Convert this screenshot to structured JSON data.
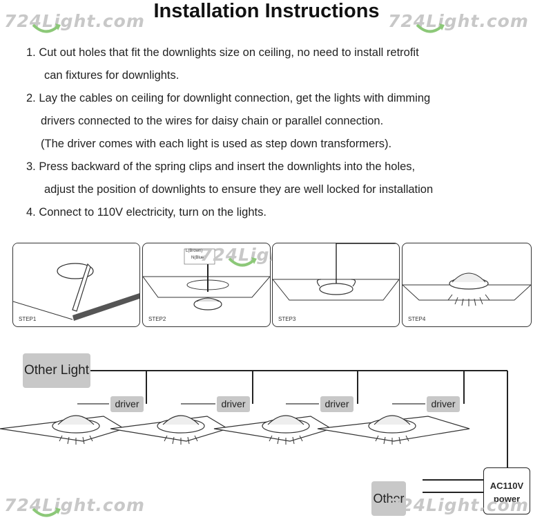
{
  "title": "Installation Instructions",
  "watermark": "724Light.com",
  "steps": [
    "1. Cut out holes that fit the downlights size on ceiling, no need to install retrofit",
    "can fixtures for downlights.",
    "2. Lay the cables on ceiling for downlight connection, get the lights with dimming",
    "drivers connected to the wires for daisy chain or parallel connection.",
    "(The driver comes with each light is used as step down transformers).",
    "3. Press backward of the spring clips and insert the downlights into the holes,",
    "adjust the position of downlights to ensure they are well locked for installation",
    "4. Connect to 110V electricity, turn on the lights."
  ],
  "panels": [
    {
      "label": "STEP1"
    },
    {
      "label": "STEP2",
      "wire_l": "L(Brown)",
      "wire_n": "N(Blue)"
    },
    {
      "label": "STEP3"
    },
    {
      "label": "STEP4"
    }
  ],
  "wiring": {
    "other_light": "Other Light",
    "driver": "driver",
    "other": "Other",
    "ac": "AC110V",
    "power": "power"
  },
  "colors": {
    "arc": "#8cc878",
    "box": "#c8c8c8",
    "line": "#222222"
  }
}
